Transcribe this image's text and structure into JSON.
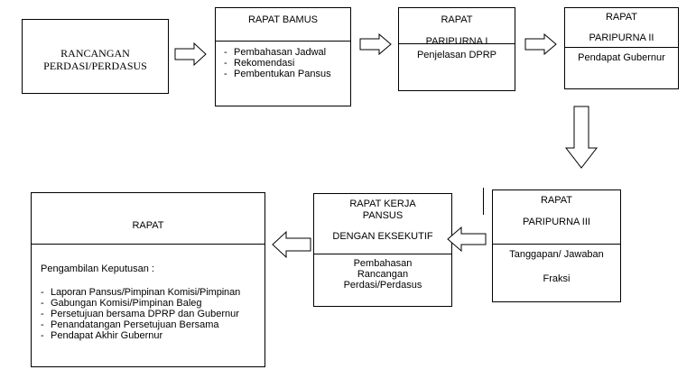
{
  "nodes": {
    "rancangan": {
      "line1": "RANCANGAN",
      "line2": "PERDASI/PERDASUS"
    },
    "bamus": {
      "title": "RAPAT BAMUS",
      "items": [
        "Pembahasan Jadwal",
        "Rekomendasi",
        "Pembentukan Pansus"
      ]
    },
    "paripurna1": {
      "line1": "RAPAT",
      "line2": "PARIPURNA I",
      "body": "Penjelasan DPRP"
    },
    "paripurna2": {
      "line1": "RAPAT",
      "line2": "PARIPURNA II",
      "body": "Pendapat Gubernur"
    },
    "paripurna3": {
      "line1": "RAPAT",
      "line2": "PARIPURNA III",
      "body1": "Tanggapan/ Jawaban",
      "body2": "Fraksi"
    },
    "raker": {
      "line1": "RAPAT KERJA",
      "line2": "PANSUS",
      "line3": "DENGAN EKSEKUTIF",
      "body1": "Pembahasan",
      "body2": "Rancangan",
      "body3": "Perdasi/Perdasus"
    },
    "rapat": {
      "title": "RAPAT",
      "subtitle": "Pengambilan Keputusan :",
      "items": [
        "Laporan Pansus/Pimpinan Komisi/Pimpinan",
        "Persetujuan bersama DPRP dan Gubernur",
        "Penandatangan Persetujuan Bersama",
        "Pendapat Akhir Gubernur"
      ],
      "item1_cont": "Gabungan Komisi/Pimpinan Baleg"
    }
  }
}
